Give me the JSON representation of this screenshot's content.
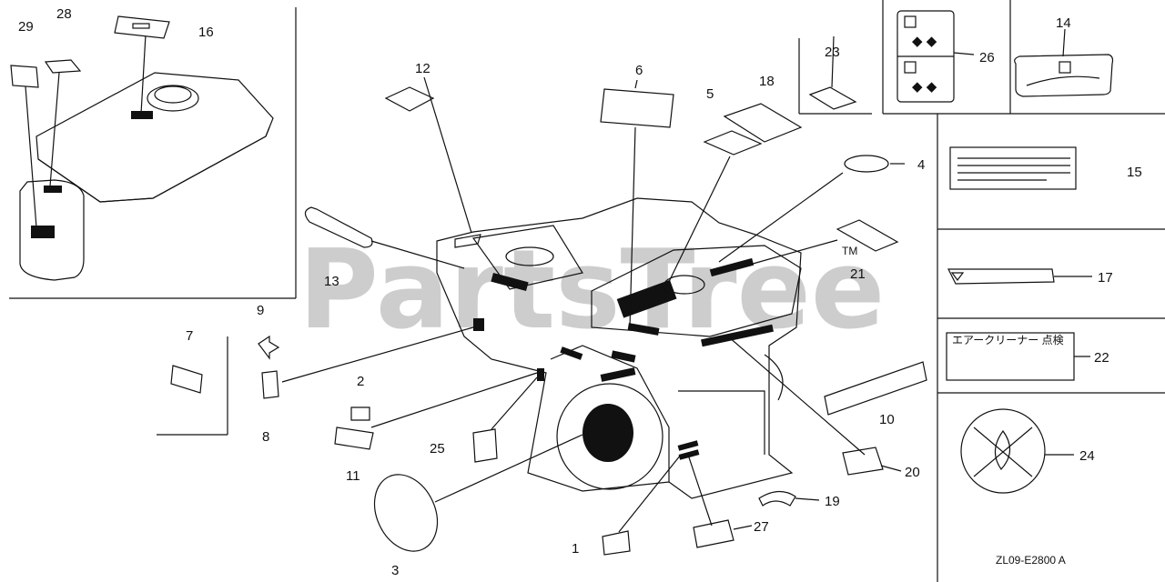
{
  "diagram": {
    "code": "ZL09-E2800 A",
    "watermark": "PartsTree",
    "trademark": "TM",
    "callouts": [
      "1",
      "2",
      "3",
      "4",
      "5",
      "6",
      "7",
      "8",
      "9",
      "10",
      "11",
      "12",
      "13",
      "14",
      "15",
      "16",
      "17",
      "18",
      "19",
      "20",
      "21",
      "22",
      "23",
      "24",
      "25",
      "26",
      "27",
      "28",
      "29"
    ],
    "label_text_22": "エアークリーナー 点検"
  }
}
